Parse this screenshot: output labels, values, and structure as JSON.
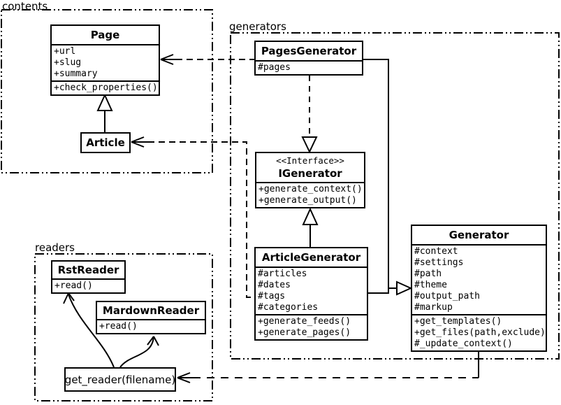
{
  "packages": {
    "contents": {
      "label": "contents"
    },
    "generators": {
      "label": "generators"
    },
    "readers": {
      "label": "readers"
    }
  },
  "classes": {
    "page": {
      "name": "Page",
      "attributes": [
        "+url",
        "+slug",
        "+summary"
      ],
      "methods": [
        "+check_properties()"
      ]
    },
    "article": {
      "name": "Article"
    },
    "pages_generator": {
      "name": "PagesGenerator",
      "attributes": [
        "#pages"
      ]
    },
    "igenerator": {
      "stereotype": "<<Interface>>",
      "name": "IGenerator",
      "methods": [
        "+generate_context()",
        "+generate_output()"
      ]
    },
    "article_generator": {
      "name": "ArticleGenerator",
      "attributes": [
        "#articles",
        "#dates",
        "#tags",
        "#categories"
      ],
      "methods": [
        "+generate_feeds()",
        "+generate_pages()"
      ]
    },
    "generator": {
      "name": "Generator",
      "attributes": [
        "#context",
        "#settings",
        "#path",
        "#theme",
        "#output_path",
        "#markup"
      ],
      "methods": [
        "+get_templates()",
        "+get_files(path,exclude)",
        "#_update_context()"
      ]
    },
    "rst_reader": {
      "name": "RstReader",
      "methods": [
        "+read()"
      ]
    },
    "mardown_reader": {
      "name": "MardownReader",
      "methods": [
        "+read()"
      ]
    },
    "get_reader": {
      "label": "get_reader(filename)"
    }
  },
  "colors": {
    "line": "#000000",
    "background": "#ffffff"
  }
}
